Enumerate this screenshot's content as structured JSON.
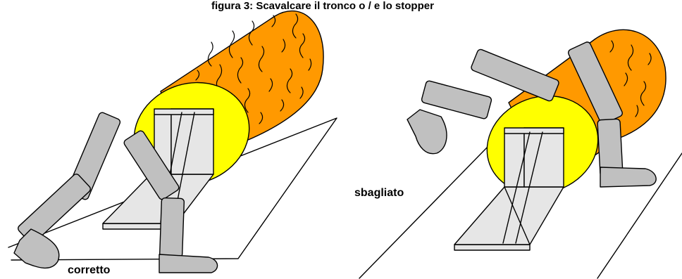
{
  "figure": {
    "title": "figura 3: Scavalcare il tronco o / e lo stopper",
    "labels": {
      "correct": "corretto",
      "wrong": "sbagliato"
    },
    "colors": {
      "log_bark": "#ff9900",
      "log_end": "#ffff00",
      "stopper": "#e6e6e6",
      "limb": "#c0c0c0",
      "outline": "#000000"
    }
  }
}
